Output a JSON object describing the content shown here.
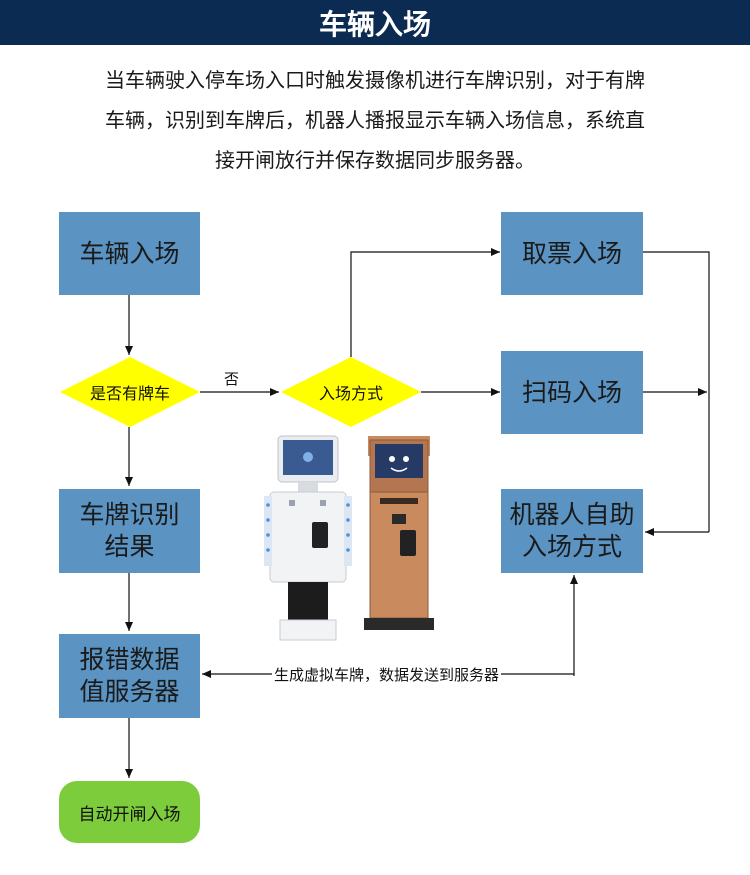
{
  "header": {
    "title": "车辆入场"
  },
  "intro": {
    "lines": [
      "当车辆驶入停车场入口时触发摄像机进行车牌识别，对于有牌",
      "车辆，识别到车牌后，机器人播报显示车辆入场信息，系统直",
      "接开闸放行并保存数据同步服务器。"
    ]
  },
  "nodes": {
    "entry": "车辆入场",
    "has_plate": "是否有牌车",
    "plate_result_l1": "车牌识别",
    "plate_result_l2": "结果",
    "report_l1": "报错数据",
    "report_l2": "值服务器",
    "auto_open": "自动开闸入场",
    "entry_method": "入场方式",
    "ticket": "取票入场",
    "scan": "扫码入场",
    "robot_l1": "机器人自助",
    "robot_l2": "入场方式"
  },
  "edges": {
    "no_label": "否",
    "virtual_plate_label": "生成虚拟车牌，数据发送到服务器"
  },
  "colors": {
    "title_bg": "#0b2b52",
    "box": "#5b93c2",
    "diamond": "#ffff00",
    "final": "#7ccc3c",
    "robot_white": "#f2f3f5",
    "robot_bronze": "#c98a5e"
  }
}
